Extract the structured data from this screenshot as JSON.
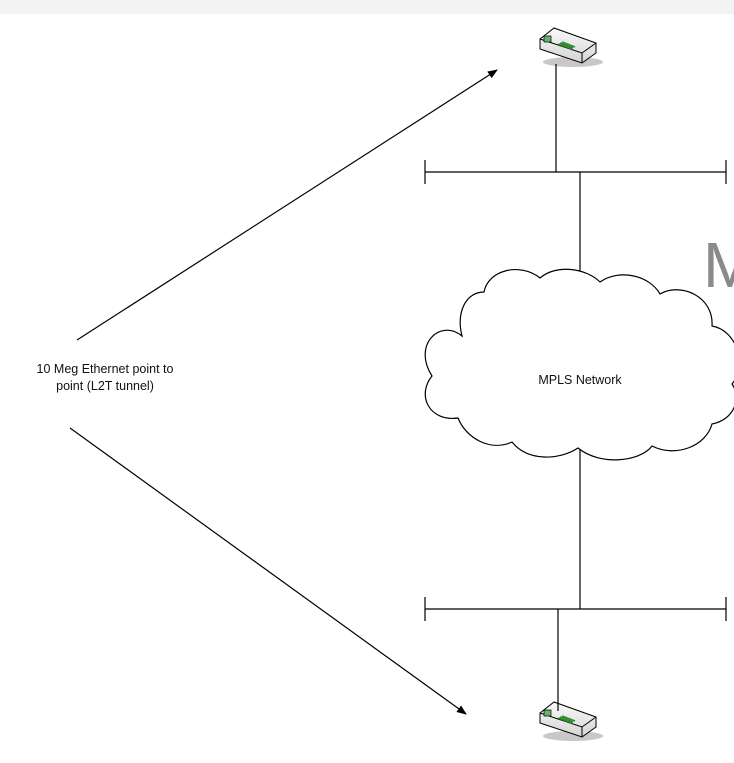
{
  "link_note": {
    "line1": "10 Meg Ethernet point to",
    "line2": "point (L2T tunnel)"
  },
  "cloud": {
    "label": "MPLS Network"
  },
  "partial_title": "M",
  "colors": {
    "line": "#000000",
    "router_body": "#e6e6e6",
    "router_ports": "#2e8b2e",
    "title_text": "#8a8a8a"
  },
  "icons": [
    "router-icon",
    "cloud-icon",
    "arrow-icon"
  ]
}
